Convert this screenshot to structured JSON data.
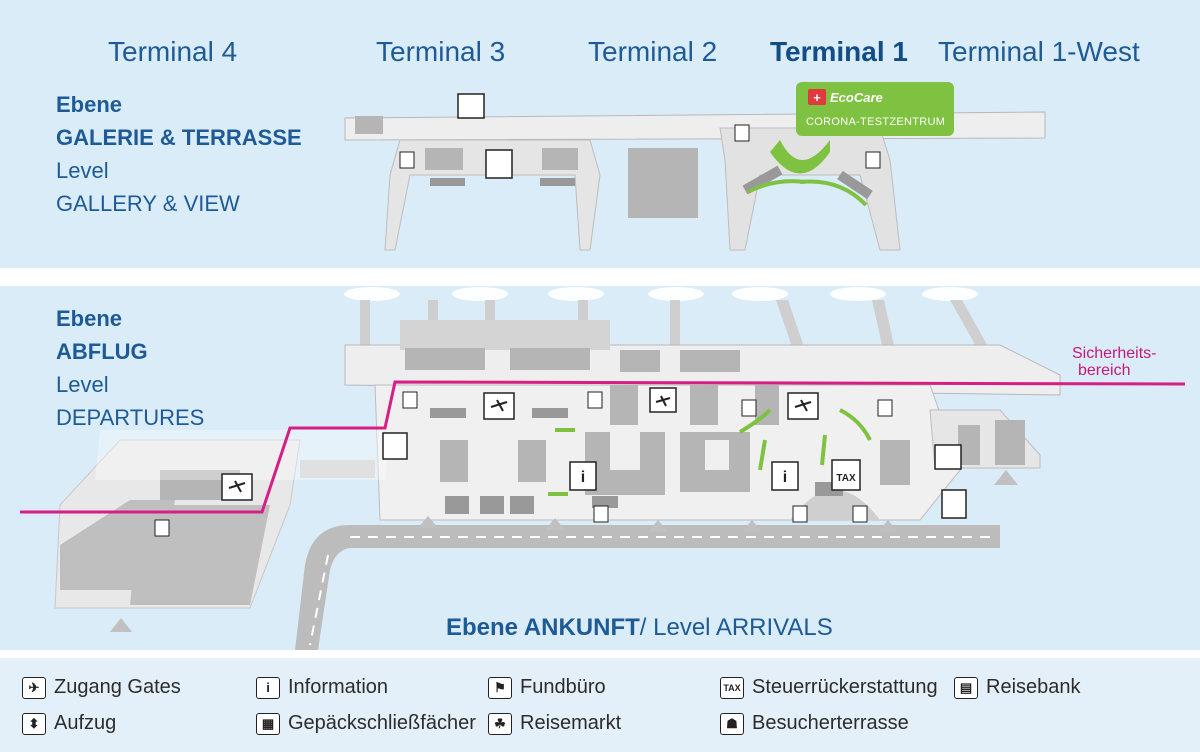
{
  "terminals": [
    {
      "label": "Terminal 4"
    },
    {
      "label": "Terminal 3"
    },
    {
      "label": "Terminal 2"
    },
    {
      "label": "Terminal 1"
    },
    {
      "label": "Terminal 1-West"
    }
  ],
  "gallery_level": {
    "de_prefix": "Ebene",
    "de_name": "GALERIE & TERRASSE",
    "en_prefix": "Level",
    "en_name": "GALLERY & VIEW"
  },
  "departures_level": {
    "de_prefix": "Ebene",
    "de_name": "ABFLUG",
    "en_prefix": "Level",
    "en_name": "DEPARTURES"
  },
  "arrivals_level": {
    "de": "Ebene ANKUNFT",
    "sep": "/",
    "en": " Level ARRIVALS"
  },
  "security": {
    "line1": "Sicherheits-",
    "line2": "bereich"
  },
  "ecocare": {
    "brand": "EcoCare",
    "subtitle": "CORONA-TESTZENTRUM"
  },
  "legend": [
    {
      "icon": "plane-icon",
      "label": "Zugang Gates"
    },
    {
      "icon": "elevator-icon",
      "label": "Aufzug"
    },
    {
      "icon": "info-icon",
      "label": "Information"
    },
    {
      "icon": "locker-icon",
      "label": "Gepäckschließfächer"
    },
    {
      "icon": "lost-found-icon",
      "label": "Fundbüro"
    },
    {
      "icon": "palm-icon",
      "label": "Reisemarkt"
    },
    {
      "icon": "tax-icon",
      "label": "Steuerrückerstattung"
    },
    {
      "icon": "visitor-terrace-icon",
      "label": "Besucherterrasse"
    },
    {
      "icon": "travel-bank-icon",
      "label": "Reisebank"
    }
  ],
  "colors": {
    "background": "#d9ecf8",
    "building": "#c8c8c8",
    "security_line": "#d61f85",
    "green": "#7fc241",
    "text_blue": "#1e5b96"
  }
}
